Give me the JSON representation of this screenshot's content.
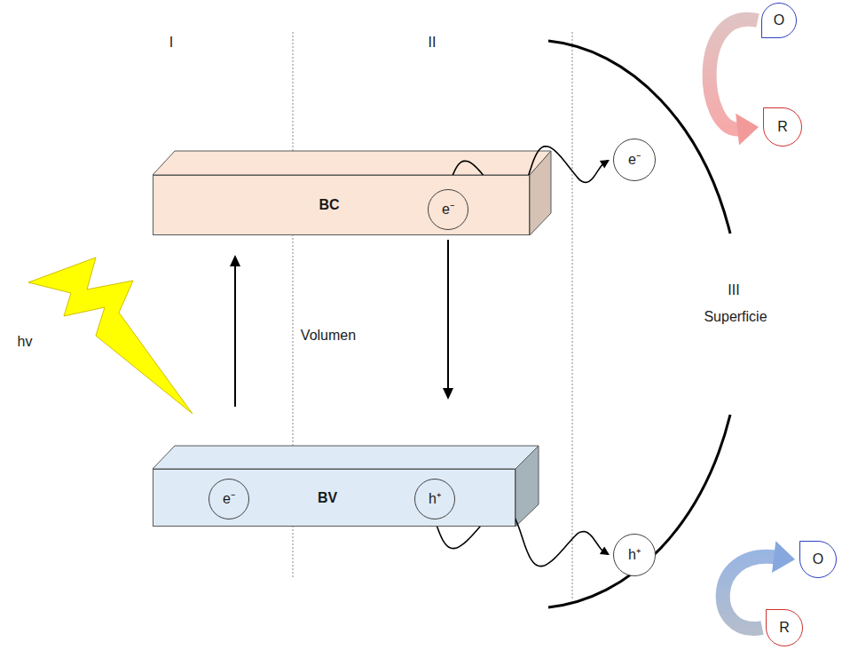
{
  "diagram": {
    "nodes": [
      {
        "text": [
          "BC"
        ]
      },
      {
        "text": [
          "e⁻"
        ],
        "in": 0
      },
      {
        "text": [
          "BV"
        ]
      },
      {
        "text": [
          "e⁻"
        ],
        "in": 2
      },
      {
        "text": [
          "h⁺"
        ],
        "in": 2
      },
      {
        "text": [
          "e⁻"
        ]
      },
      {
        "text": [
          "h⁺"
        ]
      },
      {
        "text": [
          "O"
        ]
      },
      {
        "text": [
          "R"
        ]
      },
      {
        "text": [
          "O"
        ]
      },
      {
        "text": [
          "R"
        ]
      }
    ],
    "edges": [
      {
        "from": 2,
        "to": 0,
        "arrow": "to"
      },
      {
        "from": 0,
        "to": 2,
        "arrow": "to"
      },
      {
        "from": 1,
        "to": 5,
        "arrow": "to"
      },
      {
        "from": 4,
        "to": 6,
        "arrow": "to"
      },
      {
        "from": 7,
        "to": 8,
        "arrow": "to"
      },
      {
        "from": 10,
        "to": 9,
        "arrow": "to"
      }
    ],
    "labels": [
      "I",
      "II",
      "III",
      "Superficie",
      "Volumen",
      "hv"
    ]
  }
}
